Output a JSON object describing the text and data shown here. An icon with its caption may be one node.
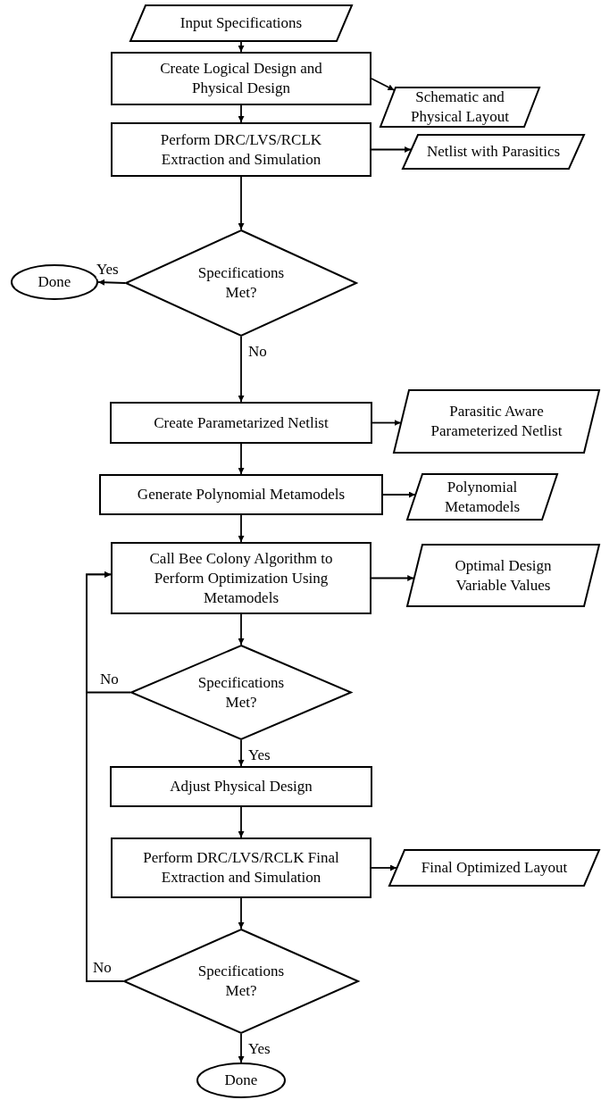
{
  "diagram": {
    "nodes": [
      {
        "text": [
          "Input Specifications"
        ]
      },
      {
        "text": [
          "Create Logical Design and Physical Design"
        ]
      },
      {
        "text": [
          "Schematic and Physical Layout"
        ]
      },
      {
        "text": [
          "Perform DRC/LVS/RCLK Extraction and Simulation"
        ]
      },
      {
        "text": [
          "Netlist with Parasitics"
        ]
      },
      {
        "text": [
          "Specifications Met?"
        ]
      },
      {
        "text": [
          "Done"
        ]
      },
      {
        "text": [
          "Create Parametarized Netlist"
        ]
      },
      {
        "text": [
          "Parasitic Aware Parameterized Netlist"
        ]
      },
      {
        "text": [
          "Generate Polynomial Metamodels"
        ]
      },
      {
        "text": [
          "Polynomial Metamodels"
        ]
      },
      {
        "text": [
          "Call Bee Colony Algorithm to Perform Optimization Using Metamodels"
        ]
      },
      {
        "text": [
          "Optimal Design Variable Values"
        ]
      },
      {
        "text": [
          "Specifications Met?"
        ]
      },
      {
        "text": [
          "Adjust Physical Design"
        ]
      },
      {
        "text": [
          "Perform DRC/LVS/RCLK Final Extraction and Simulation"
        ]
      },
      {
        "text": [
          "Final Optimized Layout"
        ]
      },
      {
        "text": [
          "Specifications Met?"
        ]
      },
      {
        "text": [
          "Done"
        ]
      }
    ],
    "edges": [
      {
        "from": 0,
        "to": 1,
        "arrow": "to"
      },
      {
        "from": 1,
        "to": 2,
        "arrow": "to"
      },
      {
        "from": 1,
        "to": 3,
        "arrow": "to"
      },
      {
        "from": 3,
        "to": 4,
        "arrow": "to"
      },
      {
        "from": 3,
        "to": 5,
        "arrow": "to"
      },
      {
        "from": 5,
        "to": 6,
        "arrow": "to",
        "label": "Yes"
      },
      {
        "from": 5,
        "to": 7,
        "arrow": "to",
        "label": "No"
      },
      {
        "from": 7,
        "to": 8,
        "arrow": "to"
      },
      {
        "from": 7,
        "to": 9,
        "arrow": "to"
      },
      {
        "from": 9,
        "to": 10,
        "arrow": "to"
      },
      {
        "from": 9,
        "to": 11,
        "arrow": "to"
      },
      {
        "from": 11,
        "to": 12,
        "arrow": "to"
      },
      {
        "from": 11,
        "to": 13,
        "arrow": "to"
      },
      {
        "from": 13,
        "to": 11,
        "arrow": "to",
        "label": "No"
      },
      {
        "from": 13,
        "to": 14,
        "arrow": "to",
        "label": "Yes"
      },
      {
        "from": 14,
        "to": 15,
        "arrow": "to"
      },
      {
        "from": 15,
        "to": 16,
        "arrow": "to"
      },
      {
        "from": 15,
        "to": 17,
        "arrow": "to"
      },
      {
        "from": 17,
        "to": 11,
        "arrow": "to",
        "label": "No"
      },
      {
        "from": 17,
        "to": 18,
        "arrow": "to",
        "label": "Yes"
      }
    ]
  }
}
